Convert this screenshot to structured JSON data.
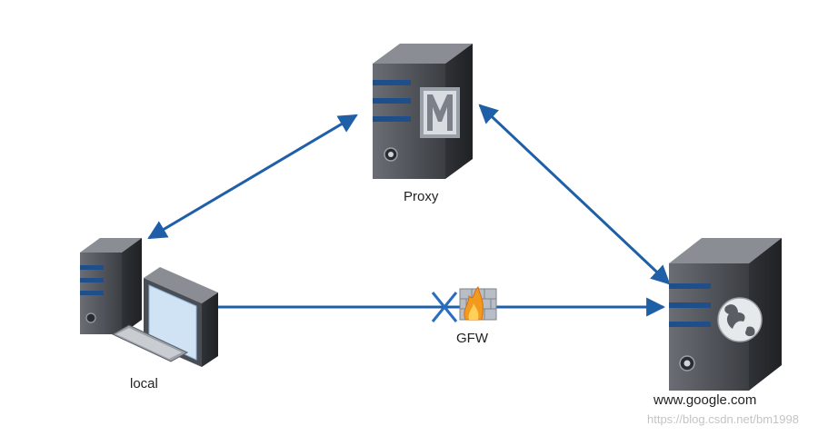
{
  "nodes": {
    "proxy": {
      "label": "Proxy",
      "icon": "proxy-server-icon"
    },
    "local": {
      "label": "local",
      "icon": "desktop-computer-icon"
    },
    "google": {
      "label": "www.google.com",
      "icon": "web-server-globe-icon"
    },
    "gfw": {
      "label": "GFW",
      "icon": "firewall-icon"
    }
  },
  "edges": [
    {
      "from": "local",
      "to": "proxy",
      "style": "bidirectional"
    },
    {
      "from": "proxy",
      "to": "google",
      "style": "bidirectional"
    },
    {
      "from": "local",
      "to": "google",
      "style": "one-way",
      "blocked_by": "gfw"
    }
  ],
  "watermark": "https://blog.csdn.net/bm1998",
  "colors": {
    "arrow": "#1f5fa8",
    "server_dark": "#3a3d42",
    "server_mid": "#5a5e64",
    "server_stripe": "#1f4f8a",
    "block_x": "#2a6cc0",
    "firewall_flame": "#f29a1e"
  }
}
